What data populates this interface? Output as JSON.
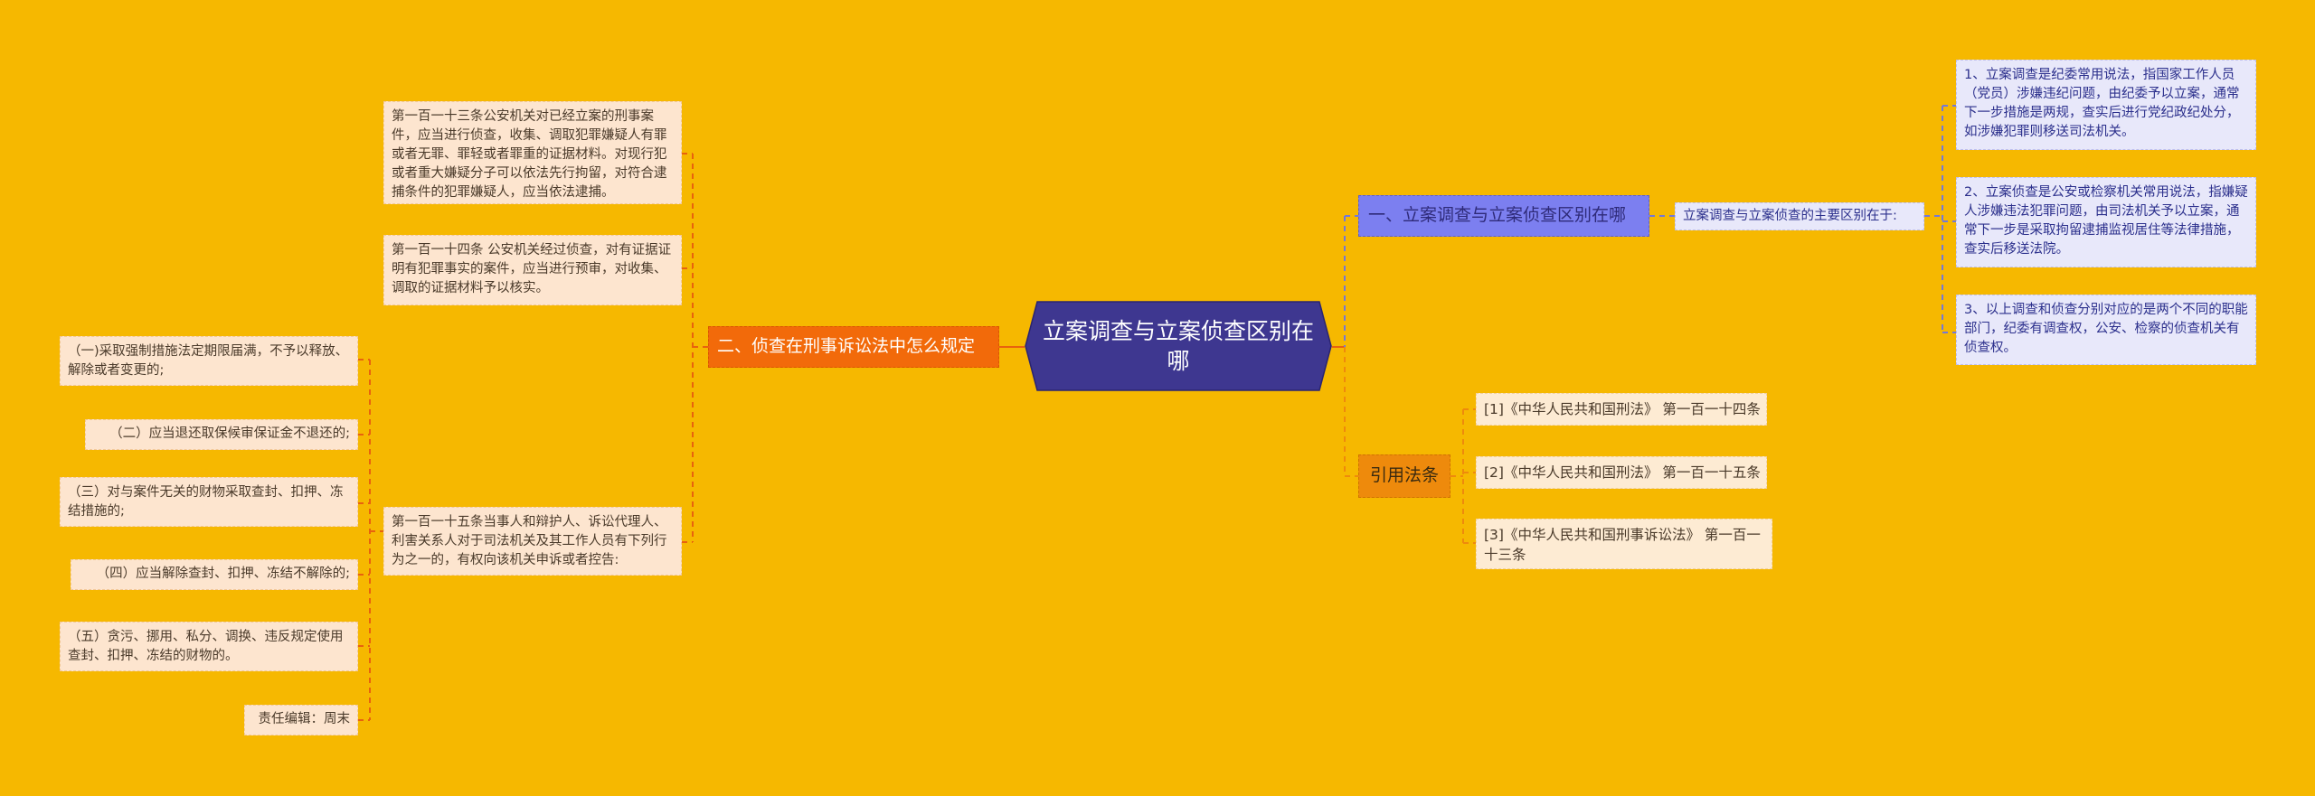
{
  "root": {
    "title": "立案调查与立案侦查区别在哪"
  },
  "branches": {
    "b1": {
      "label": "一、立案调查与立案侦查区别在哪",
      "sub": "立案调查与立案侦查的主要区别在于:",
      "points": [
        "1、立案调查是纪委常用说法，指国家工作人员（党员）涉嫌违纪问题，由纪委予以立案，通常下一步措施是两规，查实后进行党纪政纪处分，如涉嫌犯罪则移送司法机关。",
        "2、立案侦查是公安或检察机关常用说法，指嫌疑人涉嫌违法犯罪问题，由司法机关予以立案，通常下一步是采取拘留逮捕监视居住等法律措施，查实后移送法院。",
        "3、以上调查和侦查分别对应的是两个不同的职能部门，纪委有调查权，公安、检察的侦查机关有侦查权。"
      ]
    },
    "b2": {
      "label": "二、侦查在刑事诉讼法中怎么规定",
      "articles": [
        "第一百一十三条公安机关对已经立案的刑事案件，应当进行侦查，收集、调取犯罪嫌疑人有罪或者无罪、罪轻或者罪重的证据材料。对现行犯或者重大嫌疑分子可以依法先行拘留，对符合逮捕条件的犯罪嫌疑人，应当依法逮捕。",
        "第一百一十四条 公安机关经过侦查，对有证据证明有犯罪事实的案件，应当进行预审，对收集、调取的证据材料予以核实。",
        "第一百一十五条当事人和辩护人、诉讼代理人、利害关系人对于司法机关及其工作人员有下列行为之一的，有权向该机关申诉或者控告:"
      ],
      "items": [
        "（一)采取强制措施法定期限届满，不予以释放、解除或者变更的;",
        "（二）应当退还取保候审保证金不退还的;",
        "（三）对与案件无关的财物采取查封、扣押、冻结措施的;",
        "（四）应当解除查封、扣押、冻结不解除的;",
        "（五）贪污、挪用、私分、调换、违反规定使用查封、扣押、冻结的财物的。",
        "责任编辑：周末"
      ]
    },
    "b3": {
      "label": "引用法条",
      "refs": [
        "[1]《中华人民共和国刑法》 第一百一十四条",
        "[2]《中华人民共和国刑法》 第一百一十五条",
        "[3]《中华人民共和国刑事诉讼法》 第一百一十三条"
      ]
    }
  },
  "colors": {
    "background": "#f6b800",
    "root": "#3e3790",
    "branch1": "#7c7ff0",
    "branch2": "#f26a0a",
    "branch3": "#ee8a0c",
    "leaf_lavender": "#e8e8fa",
    "leaf_peach": "#fde5cf"
  }
}
